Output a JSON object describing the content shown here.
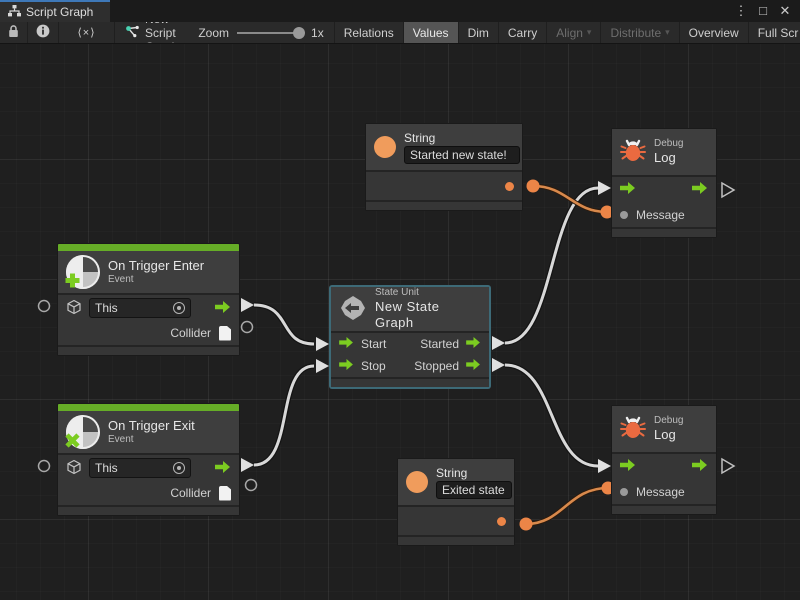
{
  "window": {
    "tab": {
      "title": "Script Graph"
    },
    "controls": {
      "menu": "⋮",
      "maximize": "□",
      "close": "✕"
    }
  },
  "toolbar": {
    "code_glyph": "⟨×⟩",
    "graph_name": "New Script Graph",
    "zoom_label": "Zoom",
    "zoom_value": "1x",
    "buttons": [
      {
        "label": "Relations"
      },
      {
        "label": "Values"
      },
      {
        "label": "Dim"
      },
      {
        "label": "Carry"
      },
      {
        "label": "Align",
        "arrow": "▾"
      },
      {
        "label": "Distribute",
        "arrow": "▾"
      },
      {
        "label": "Overview"
      },
      {
        "label": "Full Scr"
      }
    ]
  },
  "nodes": {
    "string_top": {
      "title": "String",
      "value": "Started new state!"
    },
    "string_bottom": {
      "title": "String",
      "value": "Exited state"
    },
    "debug_top": {
      "category": "Debug",
      "title": "Log",
      "message_label": "Message"
    },
    "debug_bottom": {
      "category": "Debug",
      "title": "Log",
      "message_label": "Message"
    },
    "trigger_enter": {
      "title": "On Trigger Enter",
      "subtitle": "Event",
      "target_value": "This",
      "output_label": "Collider"
    },
    "trigger_exit": {
      "title": "On Trigger Exit",
      "subtitle": "Event",
      "target_value": "This",
      "output_label": "Collider"
    },
    "state_unit": {
      "category": "State Unit",
      "title": "New State Graph",
      "in1": "Start",
      "in2": "Stop",
      "out1": "Started",
      "out2": "Stopped"
    }
  },
  "colors": {
    "accent_green": "#7ccc21",
    "event_bar_green": "#66ad27",
    "orange": "#ec8547",
    "bug_orange": "#ea6a40",
    "wire_white": "#d8d8d8",
    "wire_orange": "#d8894c",
    "selection_blue": "#3d6a77",
    "tab_highlight": "#3e78b8"
  }
}
